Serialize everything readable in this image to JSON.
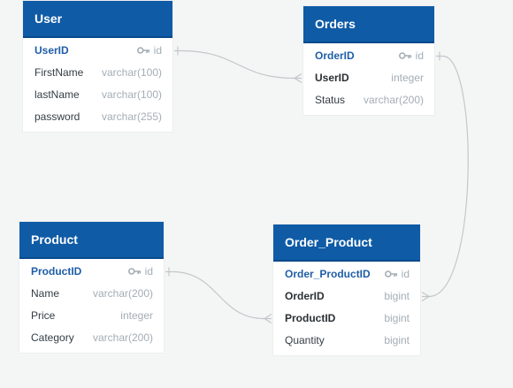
{
  "colors": {
    "header": "#0f5ba6",
    "header_text": "#ffffff",
    "pk_text": "#1f5ea6",
    "type_text": "#a4adb5",
    "edge": "#c3c7ca",
    "background": "#f4f6f6"
  },
  "tables": {
    "user": {
      "title": "User",
      "fields": [
        {
          "name": "UserID",
          "type": "id",
          "pk": true
        },
        {
          "name": "FirstName",
          "type": "varchar(100)"
        },
        {
          "name": "lastName",
          "type": "varchar(100)"
        },
        {
          "name": "password",
          "type": "varchar(255)"
        }
      ]
    },
    "orders": {
      "title": "Orders",
      "fields": [
        {
          "name": "OrderID",
          "type": "id",
          "pk": true
        },
        {
          "name": "UserID",
          "type": "integer",
          "strong": true
        },
        {
          "name": "Status",
          "type": "varchar(200)"
        }
      ]
    },
    "product": {
      "title": "Product",
      "fields": [
        {
          "name": "ProductID",
          "type": "id",
          "pk": true
        },
        {
          "name": "Name",
          "type": "varchar(200)"
        },
        {
          "name": "Price",
          "type": "integer"
        },
        {
          "name": "Category",
          "type": "varchar(200)"
        }
      ]
    },
    "order_product": {
      "title": "Order_Product",
      "fields": [
        {
          "name": "Order_ProductID",
          "type": "id",
          "pk": true
        },
        {
          "name": "OrderID",
          "type": "bigint",
          "strong": true
        },
        {
          "name": "ProductID",
          "type": "bigint",
          "strong": true
        },
        {
          "name": "Quantity",
          "type": "bigint"
        }
      ]
    }
  },
  "relationships": [
    {
      "from": "user.UserID",
      "to": "orders.UserID",
      "from_end": "one",
      "to_end": "many"
    },
    {
      "from": "orders.OrderID",
      "to": "order_product.OrderID",
      "from_end": "one",
      "to_end": "many"
    },
    {
      "from": "product.ProductID",
      "to": "order_product.ProductID",
      "from_end": "one",
      "to_end": "many"
    }
  ]
}
